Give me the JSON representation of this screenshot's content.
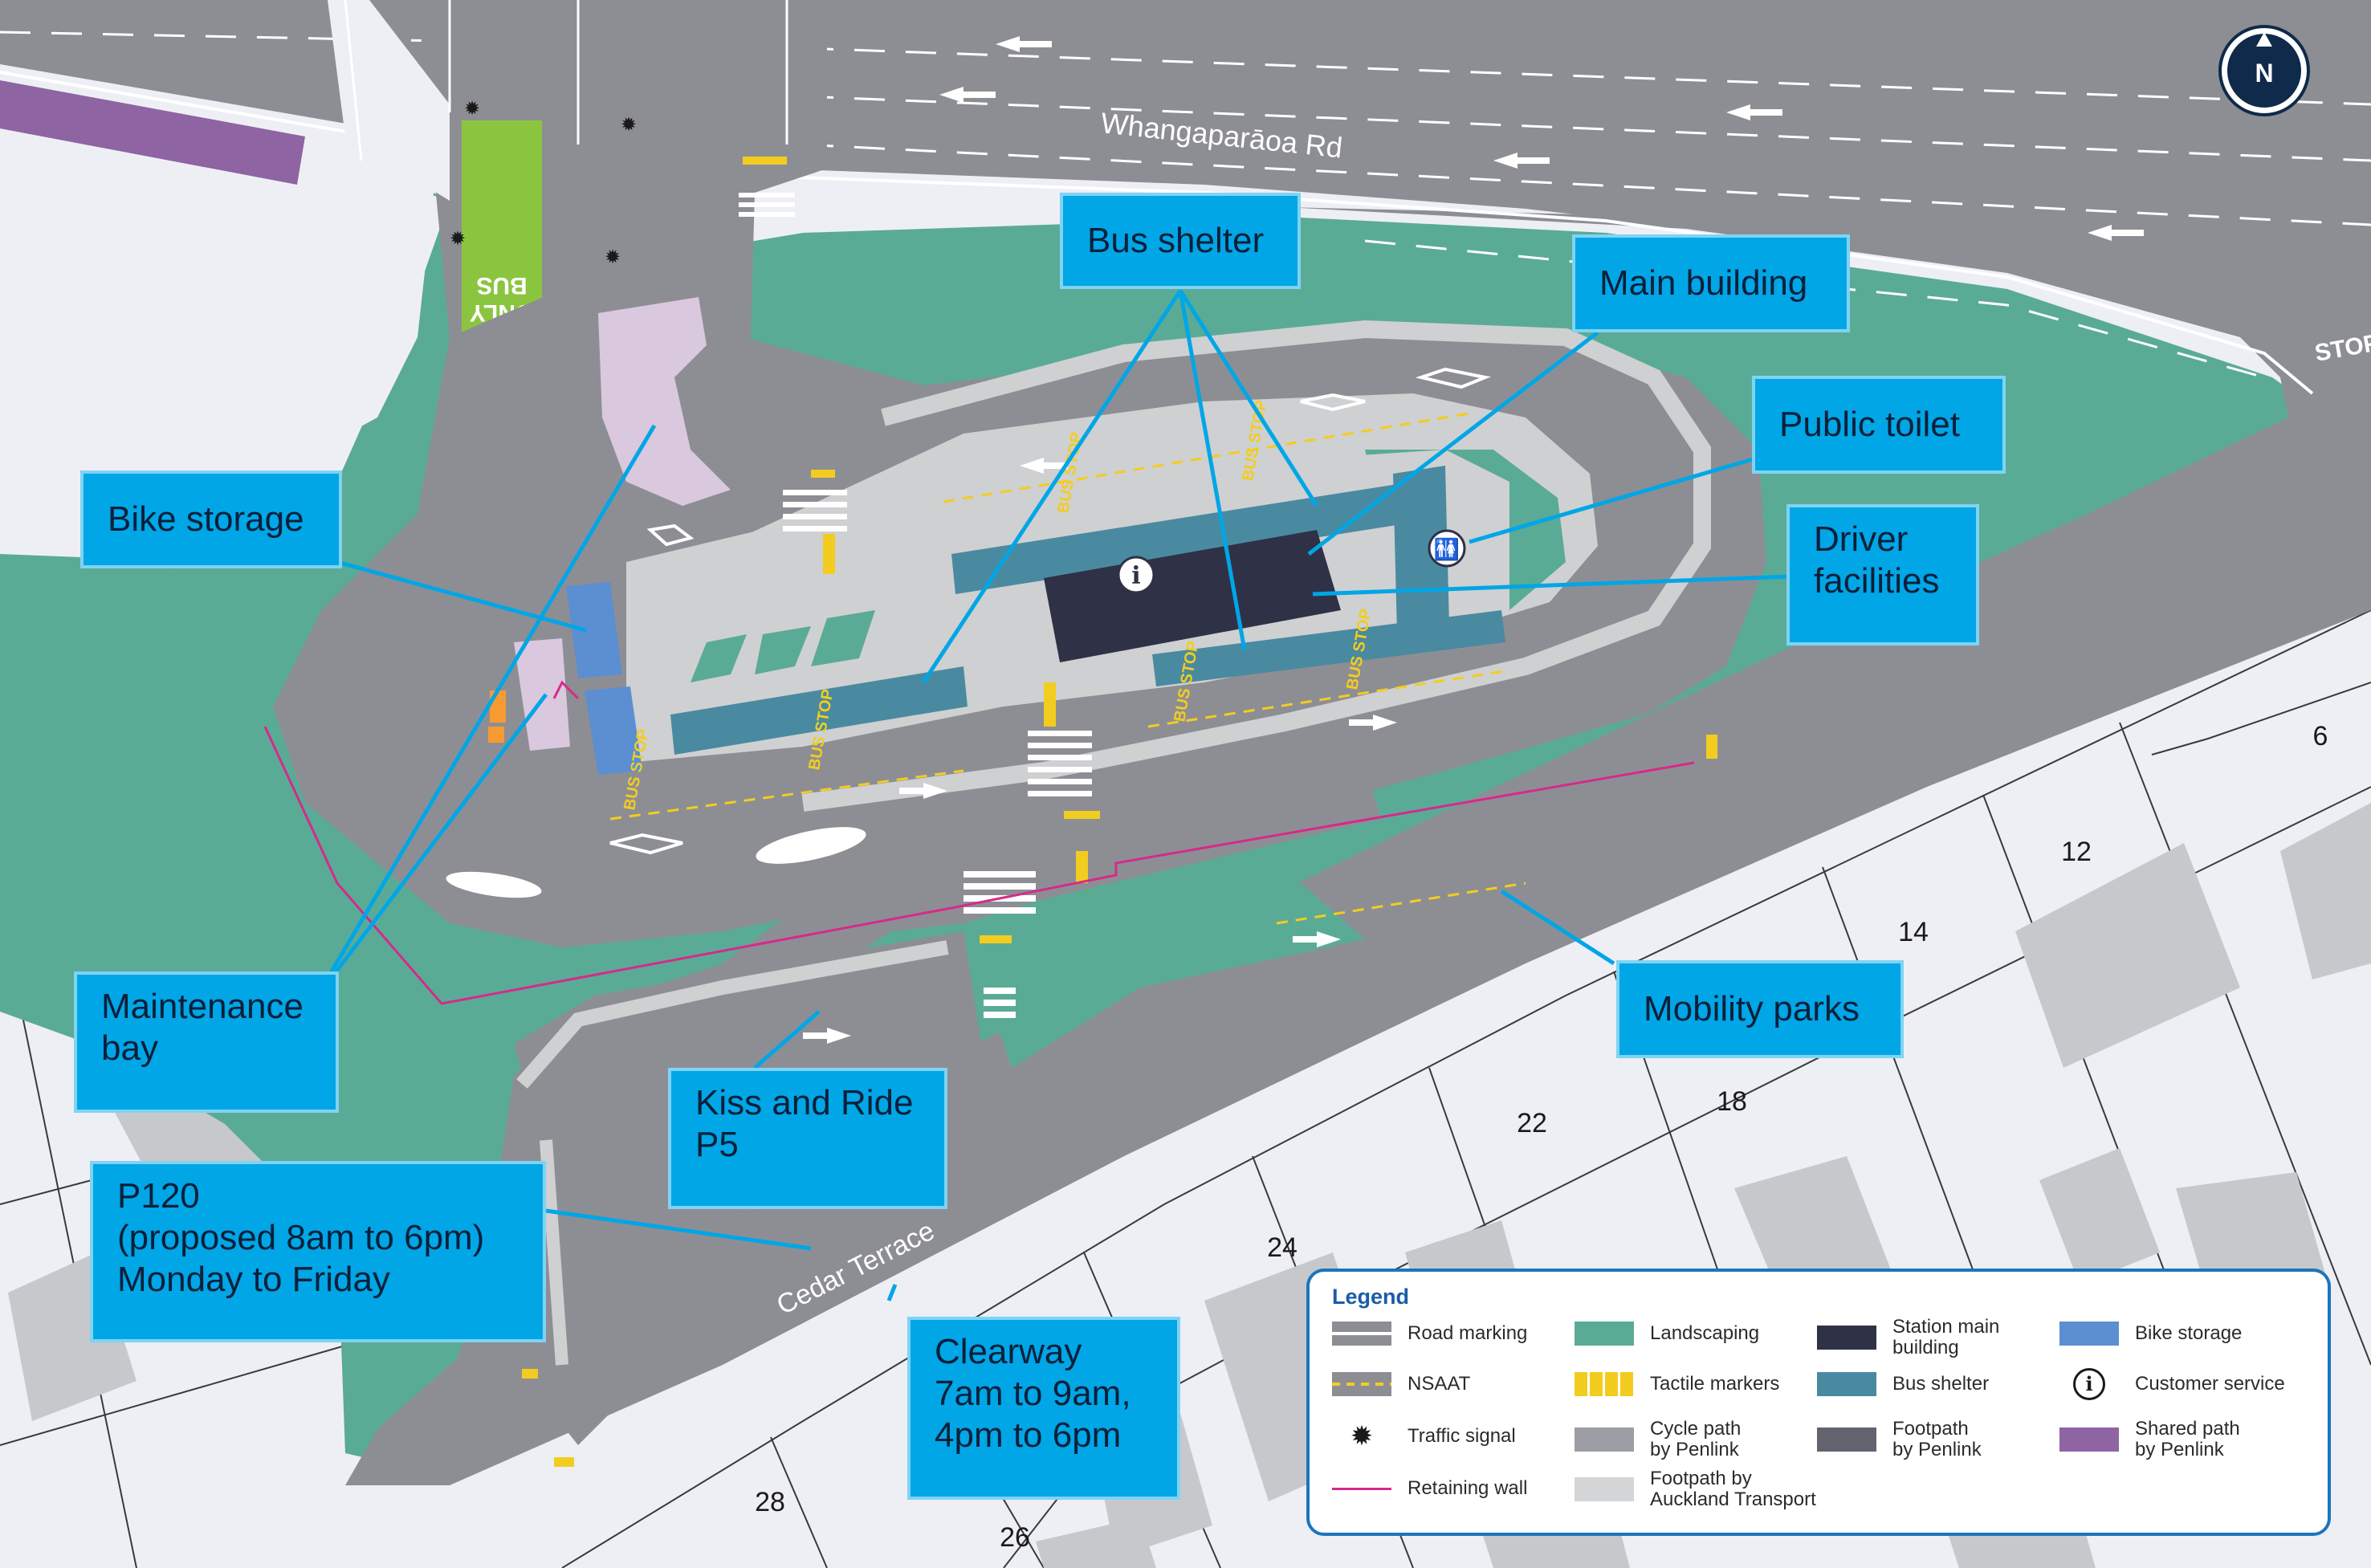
{
  "roads": {
    "main_road": "Whangaparāoa Rd",
    "side_road": "Cedar Terrace"
  },
  "compass": "N",
  "road_markings": {
    "bus_only": "ONLY\nBUS",
    "stop": "STOP",
    "bus_stop": "BUS STOP"
  },
  "lot_numbers": [
    "6",
    "12",
    "14",
    "18",
    "22",
    "24",
    "26",
    "28"
  ],
  "callouts": {
    "bus_shelter": "Bus shelter",
    "main_building": "Main building",
    "public_toilet": "Public toilet",
    "driver_facilities": "Driver\nfacilities",
    "bike_storage": "Bike storage",
    "mobility_parks": "Mobility parks",
    "maintenance_bay": "Maintenance\nbay",
    "kiss_and_ride": "Kiss and Ride\nP5",
    "p120": "P120\n(proposed 8am to 6pm)\nMonday to Friday",
    "clearway": "Clearway\n7am to 9am,\n4pm to 6pm"
  },
  "legend": {
    "title": "Legend",
    "items": [
      {
        "label": "Road marking",
        "symbol": "road-marking"
      },
      {
        "label": "NSAAT",
        "symbol": "nsaat"
      },
      {
        "label": "Traffic signal",
        "symbol": "traffic-signal"
      },
      {
        "label": "Retaining wall",
        "symbol": "retaining-wall"
      },
      {
        "label": "Landscaping",
        "symbol": "landscaping"
      },
      {
        "label": "Tactile markers",
        "symbol": "tactile-markers"
      },
      {
        "label": "Cycle path\nby Penlink",
        "symbol": "cycle-path"
      },
      {
        "label": "Footpath by\nAuckland Transport",
        "symbol": "footpath-at"
      },
      {
        "label": "Station main\nbuilding",
        "symbol": "station-main-building"
      },
      {
        "label": "Bus shelter",
        "symbol": "bus-shelter"
      },
      {
        "label": "Footpath\nby Penlink",
        "symbol": "footpath-penlink"
      },
      {
        "label": "Bike storage",
        "symbol": "bike-storage"
      },
      {
        "label": "Customer service",
        "symbol": "customer-service"
      },
      {
        "label": "Shared path\nby Penlink",
        "symbol": "shared-path"
      }
    ]
  },
  "colors": {
    "road": "#8d8e94",
    "footpath": "#cfd0d2",
    "landscaping": "#5aab96",
    "building": "#2f3146",
    "shelter": "#4a8aa0",
    "bike_storage": "#5b8fd1",
    "shared_path": "#8e64a3",
    "retaining_wall": "#d62a8a",
    "tactile": "#f2cd1f",
    "callout": "#00a6e6",
    "bus_lane": "#8bc53f"
  }
}
